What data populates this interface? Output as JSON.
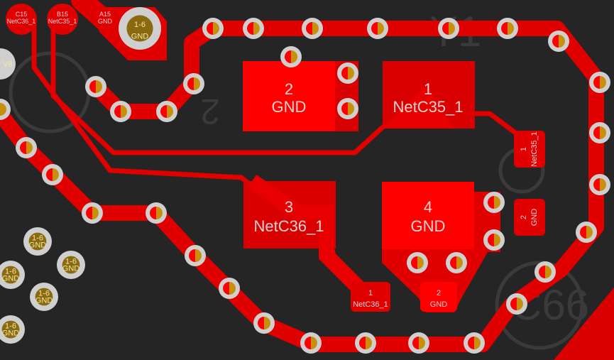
{
  "view": "pcb-layout-editor",
  "colors": {
    "background": "#252525",
    "copper_top": "#e00000",
    "pad_bright": "#ff0000",
    "via_ring": "#cfcfcf",
    "via_drill": "#c8900a",
    "gnd_via_fill": "#8a6a10",
    "silkscreen": "#3a3a3a",
    "label_text": "#f4d0d0"
  },
  "silkscreen_labels": [
    "Y1",
    "C66",
    "2"
  ],
  "pads": [
    {
      "id": "pad-2-gnd",
      "number": "2",
      "net": "GND"
    },
    {
      "id": "pad-1-netc35",
      "number": "1",
      "net": "NetC35_1"
    },
    {
      "id": "pad-3-netc36",
      "number": "3",
      "net": "NetC36_1"
    },
    {
      "id": "pad-4-gnd",
      "number": "4",
      "net": "GND"
    },
    {
      "id": "smd-1-netc35",
      "number": "1",
      "net": "NetC35_1"
    },
    {
      "id": "smd-2-gnd-right",
      "number": "2",
      "net": "GND"
    },
    {
      "id": "smd-1-netc36",
      "number": "1",
      "net": "NetC36_1"
    },
    {
      "id": "smd-2-gnd-bottom",
      "number": "2",
      "net": "GND"
    }
  ],
  "connector_pins": [
    {
      "id": "C15",
      "net": "NetC36_1"
    },
    {
      "id": "B15",
      "net": "NetC35_1"
    },
    {
      "id": "A15",
      "net": "GND"
    }
  ],
  "gnd_vias": [
    {
      "layers": "1-6",
      "net": "GND"
    },
    {
      "layers": "1-6",
      "net": "GND"
    },
    {
      "layers": "1-6",
      "net": "GND"
    },
    {
      "layers": "1-6",
      "net": "GND"
    },
    {
      "layers": "1-6",
      "net": "GND"
    },
    {
      "layers": "1-6",
      "net": "GND"
    }
  ],
  "partial_label": "V8"
}
